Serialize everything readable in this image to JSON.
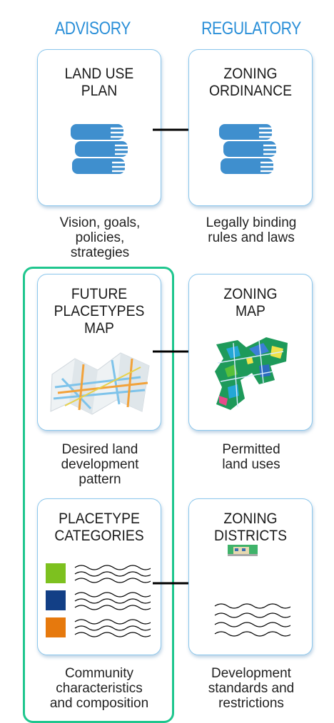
{
  "headers": {
    "advisory": "ADVISORY",
    "regulatory": "REGULATORY"
  },
  "rows": [
    {
      "left": {
        "title_line1": "LAND USE",
        "title_line2": "PLAN",
        "icon": "book-stack-icon",
        "caption": [
          "Vision, goals,",
          "policies,",
          "strategies"
        ]
      },
      "right": {
        "title_line1": "ZONING",
        "title_line2": "ORDINANCE",
        "icon": "book-stack-icon",
        "caption": [
          "Legally binding",
          "rules and laws"
        ]
      }
    },
    {
      "left": {
        "title_line1": "FUTURE",
        "title_line2": "PLACETYPES",
        "title_line3": "MAP",
        "icon": "folded-map-icon",
        "caption": [
          "Desired land",
          "development",
          "pattern"
        ]
      },
      "right": {
        "title_line1": "ZONING",
        "title_line2": "MAP",
        "icon": "zoning-map-image",
        "caption": [
          "Permitted",
          "land uses"
        ]
      }
    },
    {
      "left": {
        "title_line1": "PLACETYPE",
        "title_line2": "CATEGORIES",
        "icon": "color-swatch-legend",
        "caption": [
          "Community",
          "characteristics",
          "and composition"
        ]
      },
      "right": {
        "title_line1": "ZONING",
        "title_line2": "DISTRICTS",
        "icon": "building-thumbnail",
        "caption": [
          "Development",
          "standards and",
          "restrictions"
        ]
      }
    }
  ],
  "colors": {
    "header_blue": "#2a8fd8",
    "card_border": "#8cc7ec",
    "book_blue": "#3f8fce",
    "green_outline": "#1fc68e",
    "swatch_green": "#7dc11f",
    "swatch_navy": "#123f86",
    "swatch_orange": "#e6790d"
  }
}
